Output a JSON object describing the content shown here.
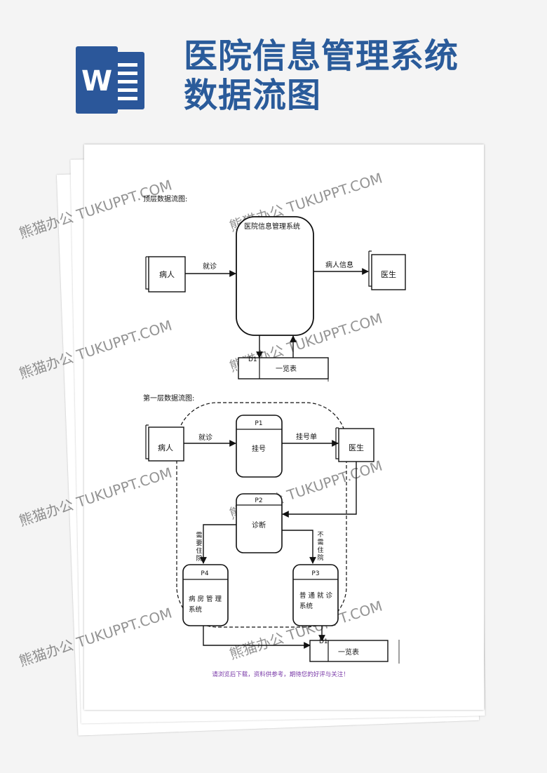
{
  "header": {
    "title_line1": "医院信息管理系统",
    "title_line2": "数据流图",
    "logo_letter": "W"
  },
  "top_level": {
    "heading": "顶层数据流图:",
    "system": "医院信息管理系统",
    "patient": "病人",
    "doctor": "医生",
    "flow_visit": "就诊",
    "flow_info": "病人信息",
    "store_id": "D1",
    "store_name": "一览表"
  },
  "first_level": {
    "heading": "第一层数据流图:",
    "patient": "病人",
    "doctor": "医生",
    "flow_visit": "就诊",
    "flow_ticket": "挂号单",
    "p1_id": "P1",
    "p1_name": "挂号",
    "p2_id": "P2",
    "p2_name": "诊断",
    "p3_id": "P3",
    "p3_name_line1": "普 通 就 诊",
    "p3_name_line2": "系统",
    "p4_id": "P4",
    "p4_name_line1": "病 房 管 理",
    "p4_name_line2": "系统",
    "flow_need_chars": [
      "需",
      "要",
      "住",
      "院"
    ],
    "flow_noneed_chars": [
      "不",
      "需",
      "住",
      "院"
    ],
    "store_id": "D1",
    "store_name": "一览表"
  },
  "footer_note": "请浏览后下载，资料供参考，期待您的好评与关注！",
  "watermark_text": "熊猫办公 TUKUPPT.COM",
  "colors": {
    "title_blue": "#2a5b9a",
    "logo_blue": "#2b579a",
    "note_purple": "#7a3aa8"
  }
}
